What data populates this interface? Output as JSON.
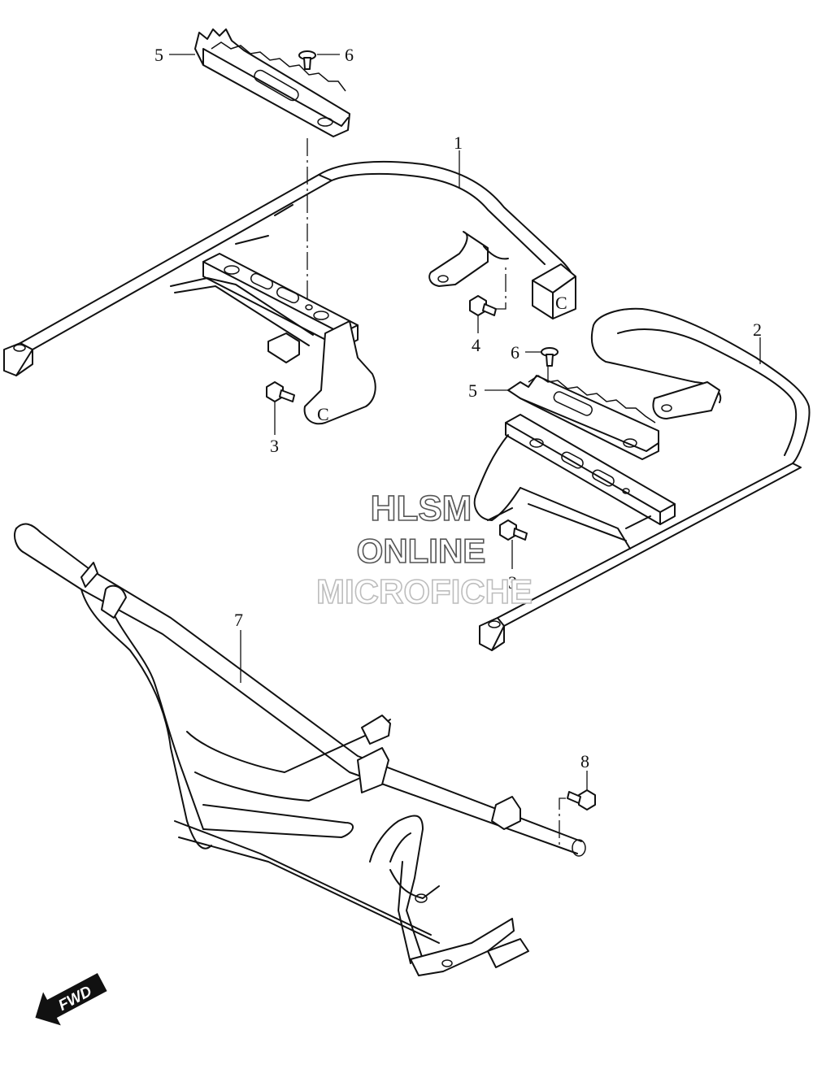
{
  "callouts": [
    {
      "id": "c1",
      "label": "1"
    },
    {
      "id": "c2",
      "label": "2"
    },
    {
      "id": "c3a",
      "label": "3"
    },
    {
      "id": "c3b",
      "label": "3"
    },
    {
      "id": "c4",
      "label": "4"
    },
    {
      "id": "c5a",
      "label": "5"
    },
    {
      "id": "c5b",
      "label": "5"
    },
    {
      "id": "c6a",
      "label": "6"
    },
    {
      "id": "c6b",
      "label": "6"
    },
    {
      "id": "c7",
      "label": "7"
    },
    {
      "id": "c8",
      "label": "8"
    }
  ],
  "watermark": {
    "line1": "HLSM",
    "line2": "ONLINE",
    "line3": "MICROFICHE"
  },
  "fwd_indicator": {
    "label": "FWD",
    "icon": "fwd-arrow-icon"
  }
}
